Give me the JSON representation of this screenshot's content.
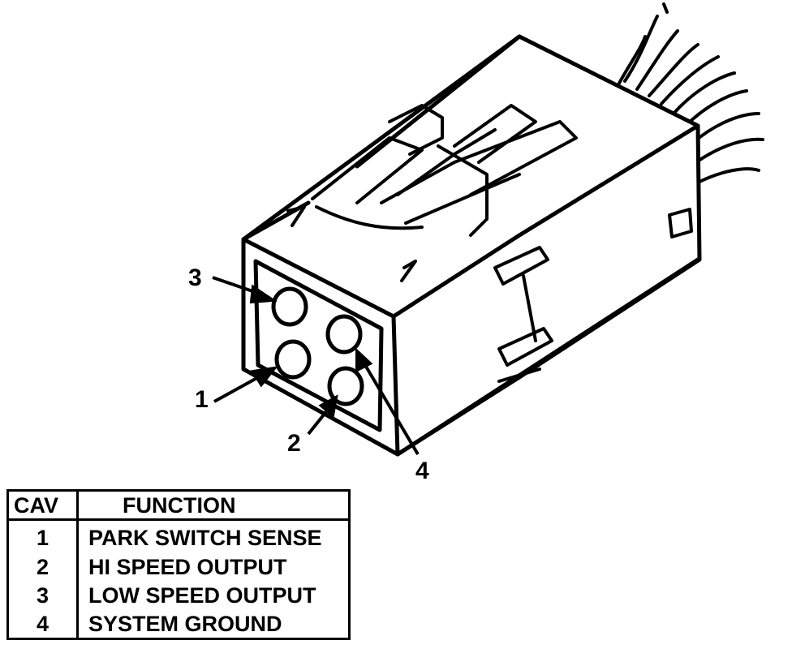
{
  "callouts": {
    "c1": "1",
    "c2": "2",
    "c3": "3",
    "c4": "4"
  },
  "table": {
    "headers": {
      "cav": "CAV",
      "function": "FUNCTION"
    },
    "rows": [
      {
        "cav": "1",
        "function": "PARK SWITCH SENSE"
      },
      {
        "cav": "2",
        "function": "HI SPEED OUTPUT"
      },
      {
        "cav": "3",
        "function": "LOW SPEED OUTPUT"
      },
      {
        "cav": "4",
        "function": "SYSTEM GROUND"
      }
    ]
  }
}
